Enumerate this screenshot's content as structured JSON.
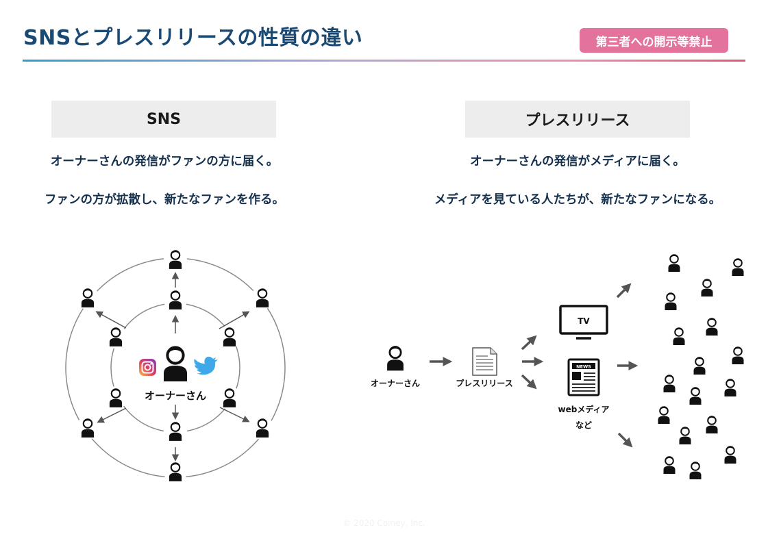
{
  "header": {
    "title": "SNSとプレスリリースの性質の違い",
    "badge": "第三者への開示等禁止"
  },
  "sns": {
    "heading": "SNS",
    "line1": "オーナーさんの発信がファンの方に届く。",
    "line2": "ファンの方が拡散し、新たなファンを作る。",
    "center_label": "オーナーさん"
  },
  "press": {
    "heading": "プレスリリース",
    "line1": "オーナーさんの発信がメディアに届く。",
    "line2": "メディアを見ている人たちが、新たなファンになる。",
    "owner_label": "オーナーさん",
    "release_label": "プレスリリース",
    "tv_label": "TV",
    "news_label": "NEWS",
    "web_label_1": "webメディア",
    "web_label_2": "など"
  },
  "footer": {
    "copyright": "© 2020 Coiney, Inc."
  },
  "colors": {
    "title": "#1a4a73",
    "badge": "#e3739d",
    "rule_start": "#2a9fd0",
    "rule_end": "#e25772",
    "circle": "#8a8a8a",
    "icon": "#111111"
  }
}
